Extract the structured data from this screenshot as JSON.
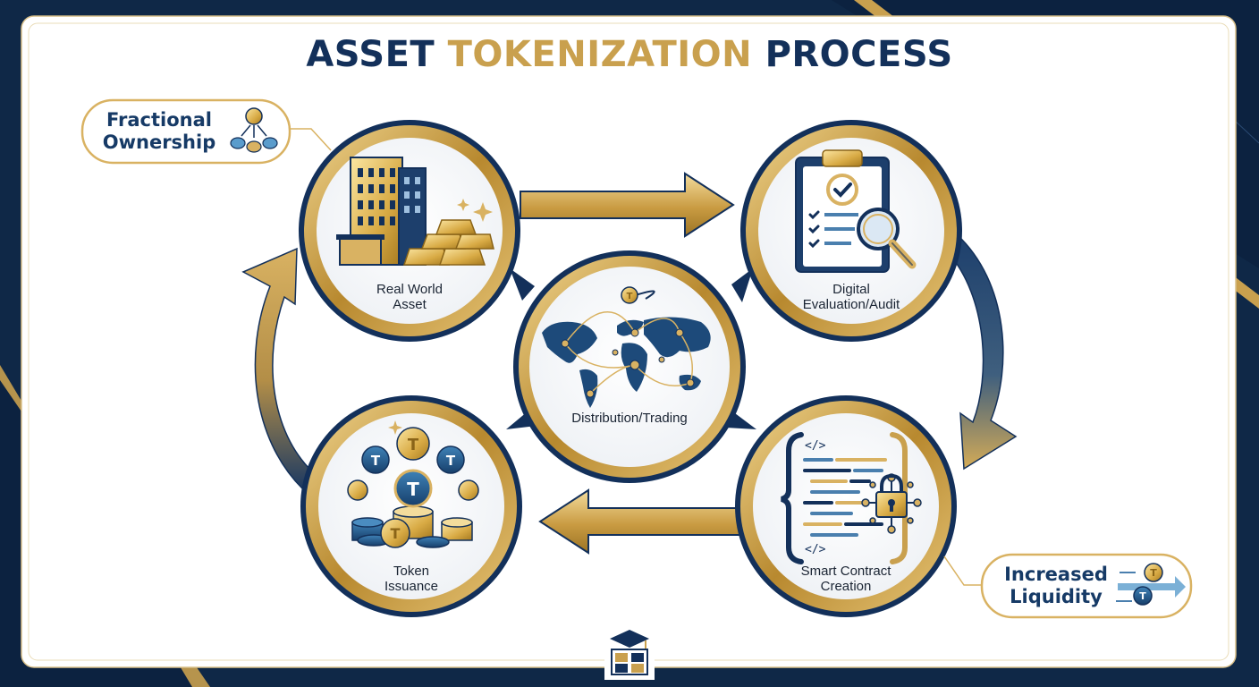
{
  "title": {
    "part1": "ASSET",
    "part2": "TOKENIZATION",
    "part3": "PROCESS"
  },
  "nodes": [
    {
      "id": "real-world-asset",
      "label": "Real World\nAsset",
      "icon": "building-gold-bars-icon"
    },
    {
      "id": "digital-evaluation-audit",
      "label": "Digital\nEvaluation/Audit",
      "icon": "clipboard-magnifier-icon"
    },
    {
      "id": "smart-contract-creation",
      "label": "Smart Contract\nCreation",
      "icon": "code-lock-icon"
    },
    {
      "id": "token-issuance",
      "label": "Token\nIssuance",
      "icon": "coin-stack-icon"
    },
    {
      "id": "distribution-trading",
      "label": "Distribution/Trading",
      "icon": "world-map-network-icon"
    }
  ],
  "callouts": [
    {
      "id": "fractional-ownership",
      "label": "Fractional\nOwnership",
      "icon": "coin-split-icon"
    },
    {
      "id": "increased-liquidity",
      "label": "Increased\nLiquidity",
      "icon": "coin-flow-icon"
    }
  ],
  "code_tokens": {
    "open_tag": "</>",
    "close_tag": "</>"
  },
  "coin_glyph": "T",
  "colors": {
    "navy": "#13305a",
    "gold": "#c9a04e",
    "gold_light": "#ecd08a",
    "gold_dark": "#9c7424",
    "background": "#0f2847"
  }
}
